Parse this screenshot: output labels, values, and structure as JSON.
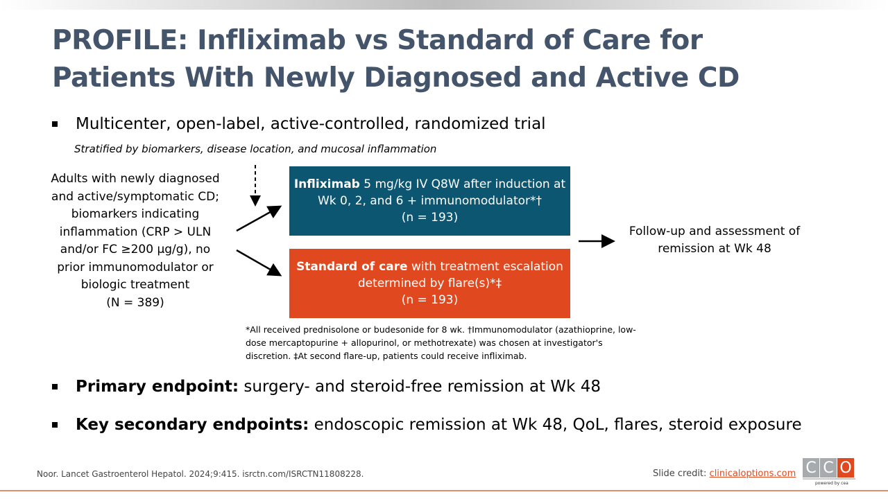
{
  "title": "PROFILE: Infliximab vs Standard of Care for Patients With Newly Diagnosed and Active CD",
  "bullet1": "Multicenter, open-label, active-controlled, randomized trial",
  "stratified": "Stratified by biomarkers, disease location, and mucosal inflammation",
  "population": "Adults with newly diagnosed and active/symptomatic CD; biomarkers indicating inflammation (CRP > ULN and/or FC ≥200 µg/g), no prior immunomodulator or biologic treatment",
  "population_n": "(N = 389)",
  "arm1": {
    "bold": "Infliximab",
    "text": " 5 mg/kg IV Q8W after induction at Wk 0, 2, and 6 + immunomodulator*†",
    "n": "(n = 193)"
  },
  "arm2": {
    "bold": "Standard of care",
    "text": " with treatment escalation determined by flare(s)*‡",
    "n": "(n = 193)"
  },
  "followup": "Follow-up and assessment of remission at Wk 48",
  "footnote": "*All received prednisolone or budesonide for 8 wk. †Immunomodulator (azathioprine, low-dose mercaptopurine + allopurinol, or methotrexate) was chosen at investigator's discretion. ‡At second flare-up, patients could receive infliximab.",
  "primary": {
    "label": "Primary endpoint:",
    "text": " surgery- and steroid-free remission at Wk 48"
  },
  "secondary": {
    "label": "Key secondary endpoints:",
    "text": " endoscopic remission at Wk 48, QoL, flares, steroid exposure"
  },
  "citation": "Noor. Lancet Gastroenterol Hepatol. 2024;9:415. isrctn.com/ISRCTN11808228.",
  "credit_label": "Slide credit: ",
  "credit_link": "clinicaloptions.com",
  "logo": {
    "letters": [
      "C",
      "C",
      "O"
    ],
    "tagline": "powered by cea"
  }
}
